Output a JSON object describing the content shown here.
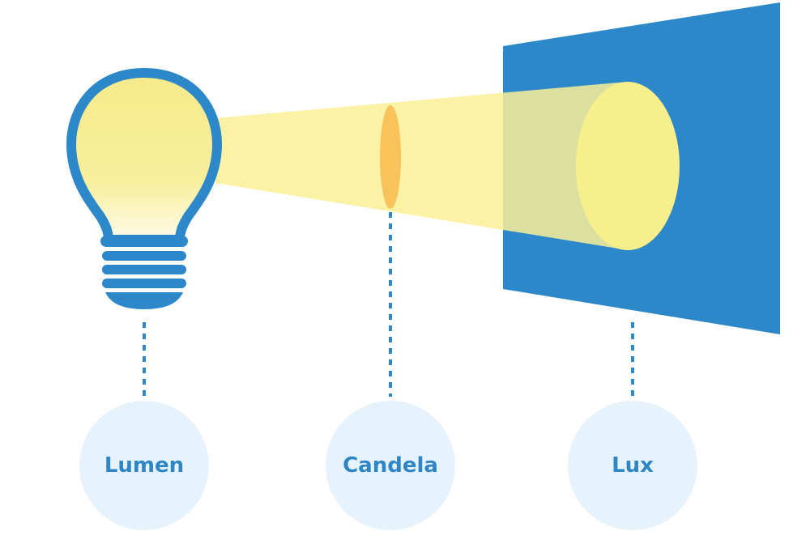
{
  "labels": {
    "lumen": "Lumen",
    "candela": "Candela",
    "lux": "Lux"
  },
  "colors": {
    "primary_blue": "#2d88c9",
    "label_text": "#2f86c6",
    "circle_fill": "#e7f3fc",
    "bulb_glass_top": "#f6ea8a",
    "bulb_glass_bottom": "#fdfbea",
    "beam": "#fbf096",
    "candela_ellipse": "#f7c35a",
    "lux_spot": "#f7ee8c",
    "background": "#ffffff"
  },
  "icons": {
    "bulb": "light-bulb-icon"
  }
}
